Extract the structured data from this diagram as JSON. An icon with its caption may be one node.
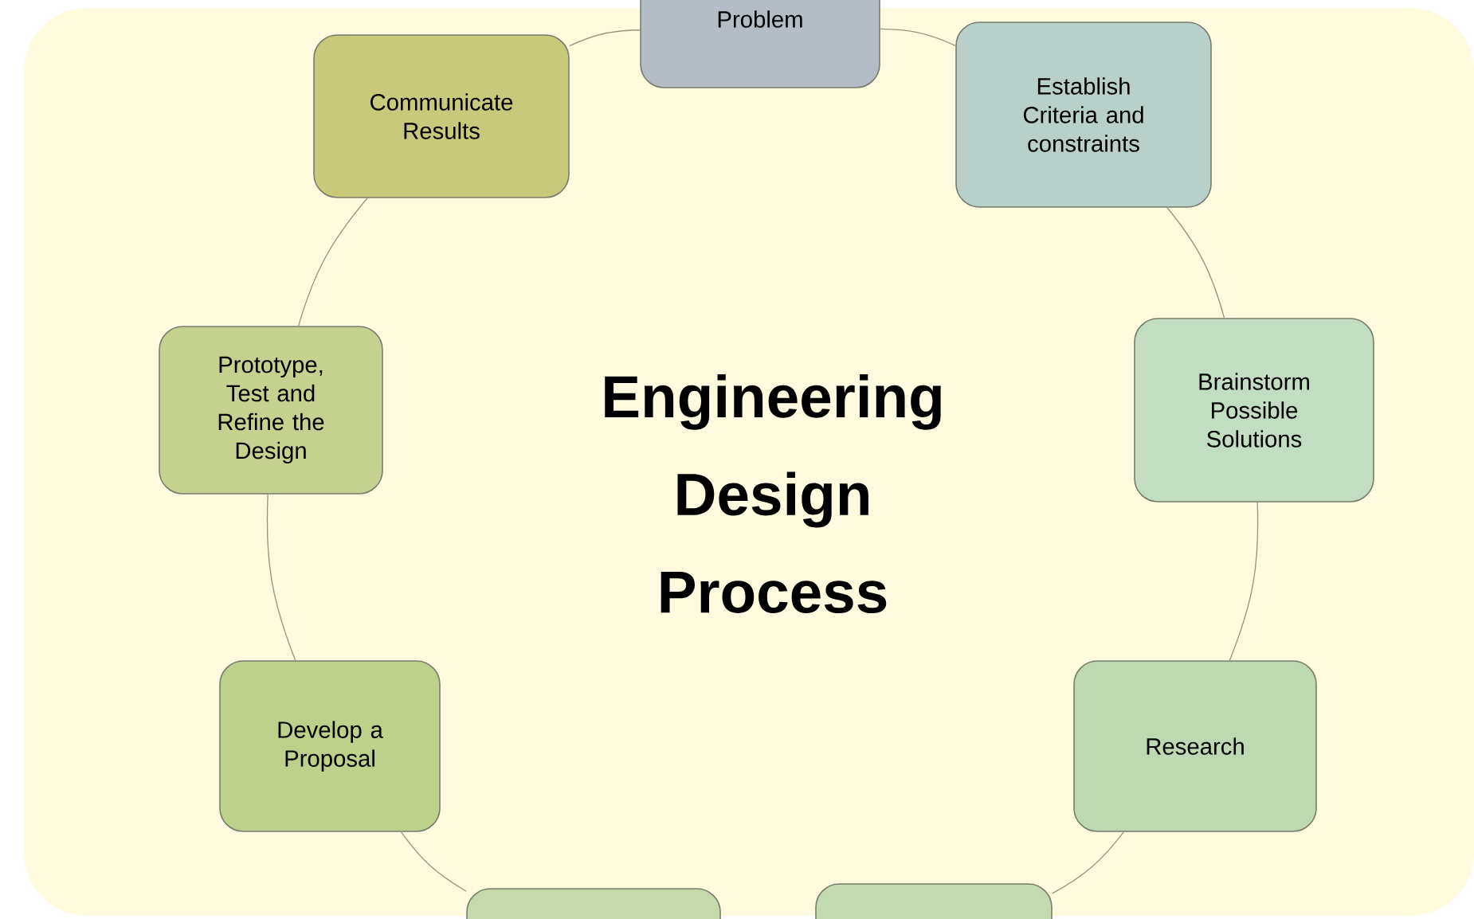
{
  "diagram": {
    "title": "Engineering Design Process",
    "nodes": [
      {
        "text": [
          "Problem"
        ]
      },
      {
        "text": [
          "Communicate Results"
        ]
      },
      {
        "text": [
          "Establish Criteria and constraints"
        ]
      },
      {
        "text": [
          "Prototype, Test and Refine the Design"
        ]
      },
      {
        "text": [
          "Brainstorm Possible Solutions"
        ]
      },
      {
        "text": [
          "Develop a Proposal"
        ]
      },
      {
        "text": [
          "Research"
        ]
      },
      {
        "text": [],
        "shape": "box"
      },
      {
        "text": [],
        "shape": "box"
      }
    ],
    "edges": [
      {
        "from": 0,
        "to": 2,
        "arrow": "none"
      },
      {
        "from": 2,
        "to": 4,
        "arrow": "none"
      },
      {
        "from": 4,
        "to": 6,
        "arrow": "none"
      },
      {
        "from": 6,
        "to": 8,
        "arrow": "none"
      },
      {
        "from": 7,
        "to": 5,
        "arrow": "none"
      },
      {
        "from": 5,
        "to": 3,
        "arrow": "none"
      },
      {
        "from": 3,
        "to": 1,
        "arrow": "none"
      },
      {
        "from": 1,
        "to": 0,
        "arrow": "none"
      }
    ]
  }
}
